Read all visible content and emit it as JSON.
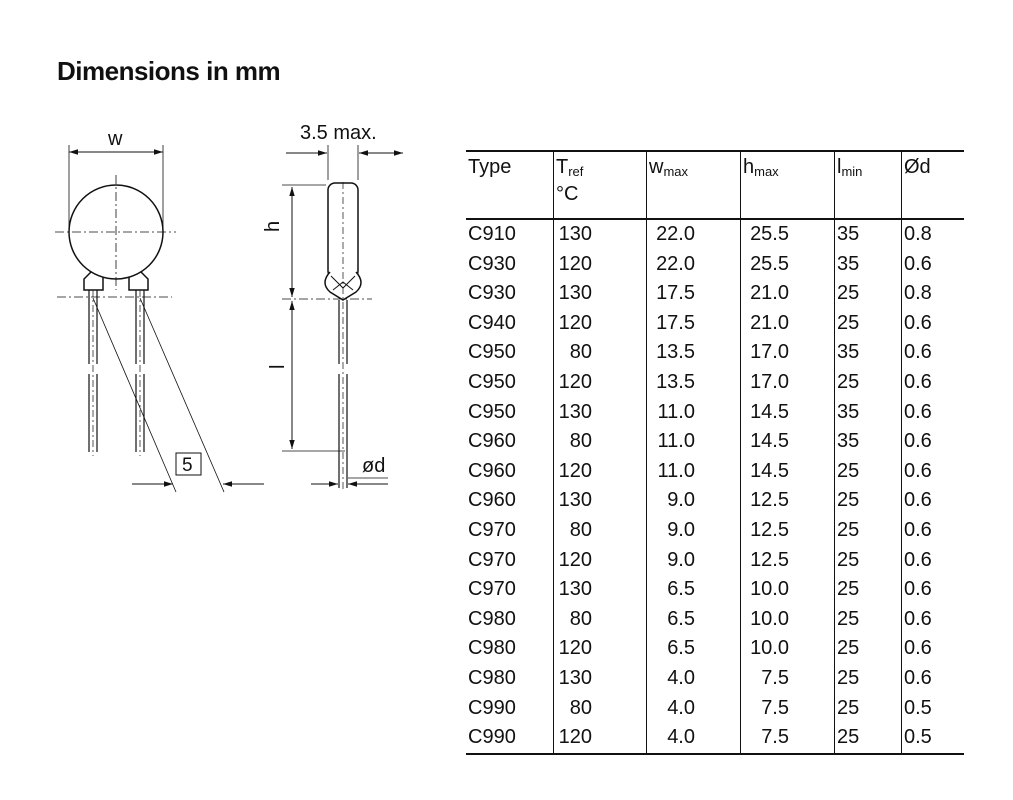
{
  "title": "Dimensions in mm",
  "drawing": {
    "label_w": "w",
    "label_thickness": "3.5 max.",
    "label_h": "h",
    "label_l": "l",
    "label_d": "ød",
    "label_box": "5"
  },
  "table": {
    "headers": {
      "type": "Type",
      "tref_main": "T",
      "tref_sub": "ref",
      "tref_unit": "°C",
      "w_main": "w",
      "w_sub": "max",
      "h_main": "h",
      "h_sub": "max",
      "l_main": "l",
      "l_sub": "min",
      "d": "Ød"
    },
    "rows": [
      [
        "C910",
        "130",
        "22.0",
        "25.5",
        "35",
        "0.8"
      ],
      [
        "C930",
        "120",
        "22.0",
        "25.5",
        "35",
        "0.6"
      ],
      [
        "C930",
        "130",
        "17.5",
        "21.0",
        "25",
        "0.8"
      ],
      [
        "C940",
        "120",
        "17.5",
        "21.0",
        "25",
        "0.6"
      ],
      [
        "C950",
        "80",
        "13.5",
        "17.0",
        "35",
        "0.6"
      ],
      [
        "C950",
        "120",
        "13.5",
        "17.0",
        "25",
        "0.6"
      ],
      [
        "C950",
        "130",
        "11.0",
        "14.5",
        "35",
        "0.6"
      ],
      [
        "C960",
        "80",
        "11.0",
        "14.5",
        "35",
        "0.6"
      ],
      [
        "C960",
        "120",
        "11.0",
        "14.5",
        "25",
        "0.6"
      ],
      [
        "C960",
        "130",
        "9.0",
        "12.5",
        "25",
        "0.6"
      ],
      [
        "C970",
        "80",
        "9.0",
        "12.5",
        "25",
        "0.6"
      ],
      [
        "C970",
        "120",
        "9.0",
        "12.5",
        "25",
        "0.6"
      ],
      [
        "C970",
        "130",
        "6.5",
        "10.0",
        "25",
        "0.6"
      ],
      [
        "C980",
        "80",
        "6.5",
        "10.0",
        "25",
        "0.6"
      ],
      [
        "C980",
        "120",
        "6.5",
        "10.0",
        "25",
        "0.6"
      ],
      [
        "C980",
        "130",
        "4.0",
        "7.5",
        "25",
        "0.6"
      ],
      [
        "C990",
        "80",
        "4.0",
        "7.5",
        "25",
        "0.5"
      ],
      [
        "C990",
        "120",
        "4.0",
        "7.5",
        "25",
        "0.5"
      ]
    ]
  }
}
